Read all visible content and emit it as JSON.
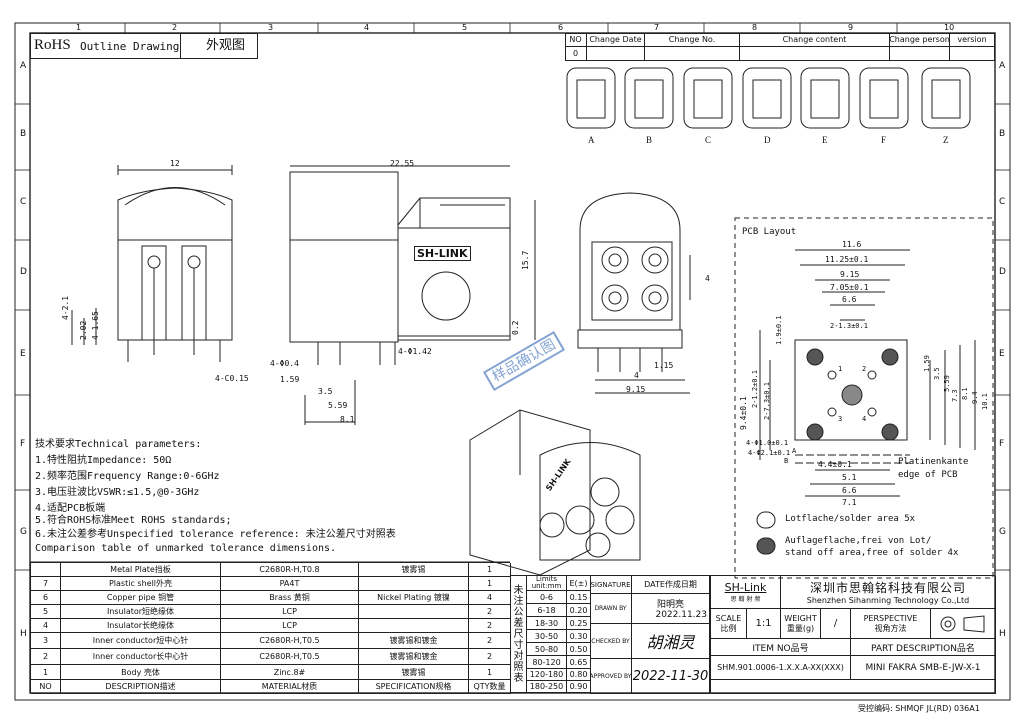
{
  "title_block": {
    "rohs": "RoHS",
    "drawing_name": "Outline Drawing",
    "drawing_name_cn": "外观图"
  },
  "grid": {
    "cols": [
      "1",
      "2",
      "3",
      "4",
      "5",
      "6",
      "7",
      "8",
      "9",
      "10"
    ],
    "rows": [
      "A",
      "B",
      "C",
      "D",
      "E",
      "F",
      "G",
      "H"
    ]
  },
  "revision": {
    "headers": [
      "NO",
      "Change Date",
      "Change No.",
      "Change content",
      "Change person",
      "version"
    ],
    "rows": [
      [
        "0",
        "",
        "",
        "",
        "",
        ""
      ]
    ]
  },
  "codes": [
    "A",
    "B",
    "C",
    "D",
    "E",
    "F",
    "Z"
  ],
  "dims_side": {
    "w": "12",
    "d1": "4-2.1",
    "d2": "2.02",
    "d3": "4-1.65",
    "c": "4-C0.15"
  },
  "dims_front": {
    "len": "22.55",
    "h": "15.7",
    "p1": "4-Φ0.4",
    "p2": "4-Φ1.42",
    "a": "1.59",
    "b": "3.5",
    "c": "5.59",
    "d": "8.1",
    "e": "0.2"
  },
  "dims_end": {
    "a": "4",
    "b": "4",
    "c": "9.15",
    "d": "1.15"
  },
  "brand": "SH-LINK",
  "stamp": "样品确认图",
  "pcb": {
    "title": "PCB Layout",
    "dims_h": [
      "11.6",
      "11.25±0.1",
      "9.15",
      "7.05±0.1",
      "6.6",
      "2-1.3±0.1",
      "4.4±0.1",
      "5.1",
      "6.6",
      "7.1"
    ],
    "dims_v_left": [
      "9.4±0.1",
      "2-1.2±0.1",
      "2-7.3±0.1",
      "4-Φ1.0±0.1",
      "4-Φ2.1±0.1",
      "1.9±0.1"
    ],
    "dims_v_right": [
      "1.59",
      "3.5",
      "5.59",
      "7.3",
      "8.1",
      "9.4",
      "10.1"
    ],
    "labels": [
      "Platinenkante",
      "edge of PCB"
    ],
    "legend": [
      {
        "text": "Lotflache/solder area 5x"
      },
      {
        "text": "Auflageflache,frei von Lot/"
      },
      {
        "text": "stand off area,free of solder 4x"
      }
    ],
    "marks": [
      "A",
      "B",
      "1",
      "2",
      "3",
      "4"
    ]
  },
  "tech": {
    "heading": "技术要求Technical parameters:",
    "lines": [
      "1.特性阻抗Impedance: 50Ω",
      "2.频率范围Frequency Range:0-6GHz",
      "3.电压驻波比VSWR:≤1.5,@0-3GHz",
      "4.适配PCB板端",
      "5.符合ROHS标准Meet ROHS standards;",
      "6.未注公差参考Unspecified tolerance reference: 未注公差尺寸对照表",
      "Comparison table of unmarked tolerance dimensions."
    ]
  },
  "bom": {
    "header": [
      "NO",
      "DESCRIPTION描述",
      "MATERIAL材质",
      "SPECIFICATION规格",
      "QTY数量"
    ],
    "rows": [
      {
        "no": "",
        "desc": "Metal Plate挡板",
        "mat": "C2680R-H,T0.8",
        "spec": "镀雾锡",
        "qty": "1"
      },
      {
        "no": "7",
        "desc": "Plastic shell外壳",
        "mat": "PA4T",
        "spec": "",
        "qty": "1"
      },
      {
        "no": "6",
        "desc": "Copper pipe 铜管",
        "mat": "Brass 黄铜",
        "spec": "Nickel Plating 镀镍",
        "qty": "4"
      },
      {
        "no": "5",
        "desc": "Insulator短绝缘体",
        "mat": "LCP",
        "spec": "",
        "qty": "2"
      },
      {
        "no": "4",
        "desc": "Insulator长绝缘体",
        "mat": "LCP",
        "spec": "",
        "qty": "2"
      },
      {
        "no": "3",
        "desc": "Inner conductor短中心针",
        "mat": "C2680R-H,T0.5",
        "spec": "镀雾锡和镀金",
        "qty": "2"
      },
      {
        "no": "2",
        "desc": "Inner conductor长中心针",
        "mat": "C2680R-H,T0.5",
        "spec": "镀雾锡和镀金",
        "qty": "2"
      },
      {
        "no": "1",
        "desc": "Body 壳体",
        "mat": "Zinc.8#",
        "spec": "镀雾锡",
        "qty": "1"
      }
    ]
  },
  "tolerance": {
    "side": "未注公差尺寸对照表",
    "head": [
      "Limits unit:mm",
      "E(±)"
    ],
    "rows": [
      [
        "0-6",
        "0.15"
      ],
      [
        "6-18",
        "0.20"
      ],
      [
        "18-30",
        "0.25"
      ],
      [
        "30-50",
        "0.30"
      ],
      [
        "50-80",
        "0.50"
      ],
      [
        "80-120",
        "0.65"
      ],
      [
        "120-180",
        "0.80"
      ],
      [
        "180-250",
        "0.90"
      ]
    ]
  },
  "sign": {
    "signature": "SIGNATURE",
    "date_cn": "DATE作成日期",
    "drawn_by": "DRAWN BY",
    "drawn_name": "阳明亮",
    "drawn_date": "2022.11.23",
    "checked_by": "CHECKED BY",
    "checked_sig": "胡湘灵",
    "approved_by": "APPROVED BY",
    "approved_date": "2022-11-30"
  },
  "company": {
    "logo": "SH-Link",
    "logo_sub": "思 翰 射 频",
    "name_cn": "深圳市思翰铭科技有限公司",
    "name_en": "Shenzhen Sihanming Technology Co.,Ltd",
    "scale_label": "SCALE",
    "scale_cn": "比例",
    "scale": "1:1",
    "weight_label": "WEIGHT",
    "weight_cn": "重量(g)",
    "weight": "/",
    "perspective": "PERSPECTIVE",
    "perspective_cn": "视角方法",
    "item_no_label": "ITEM NO品号",
    "part_desc_label": "PART DESCRIPTION品名",
    "item_no": "SHM.901.0006-1.X.X.A-XX(XXX)",
    "part_desc": "MINI FAKRA SMB-E-JW-X-1"
  },
  "footer": "受控编码: SHMQF JL(RD) 036A1"
}
